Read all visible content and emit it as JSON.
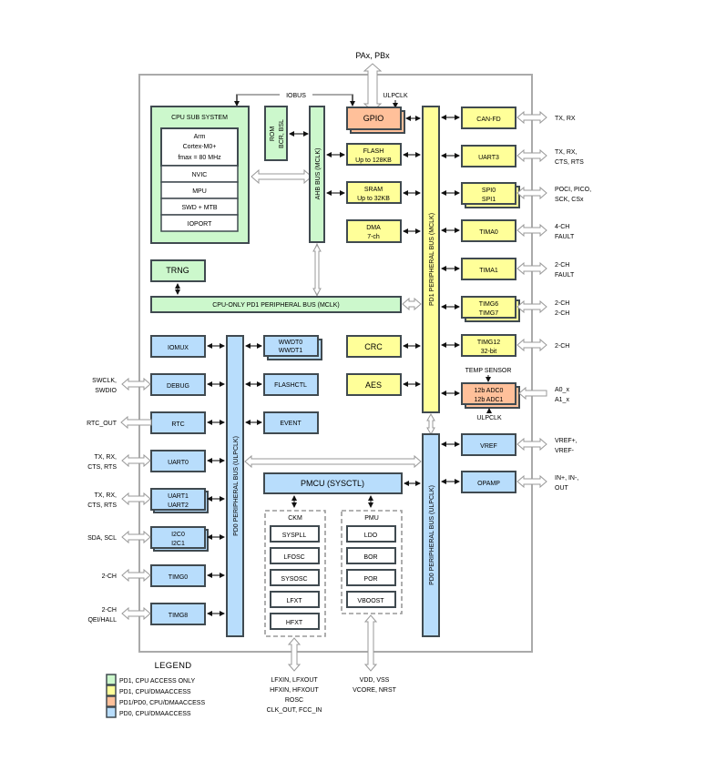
{
  "colors": {
    "green": "#ccf8cc",
    "yellow": "#ffff99",
    "orange": "#ffc09a",
    "blue": "#b8ddfc",
    "white": "#ffffff",
    "border": "#404a50",
    "outer_frame": "#aaaaaa"
  },
  "top": {
    "gpio_pins": "PAx, PBx",
    "iobus": "IOBUS",
    "ulpclk_gpio": "ULPCLK"
  },
  "cpu": {
    "title": "CPU SUB SYSTEM",
    "core_line1": "Arm",
    "core_line2": "Cortex-M0+",
    "core_line3": "fmax = 80 MHz",
    "rows": [
      "NVIC",
      "MPU",
      "SWD + MTB",
      "IOPORT"
    ]
  },
  "rom": {
    "label": "ROM",
    "sub": "BCR, BSL"
  },
  "ahb_bus": "AHB BUS (MCLK)",
  "pd1_bus": "PD1 PERIPHERAL BUS (MCLK)",
  "pd0_bus_left": "PD0 PERIPHERAL BUS (ULPCLK)",
  "pd0_bus_right": "PD0 PERIPHERAL BUS (ULPCLK)",
  "cpu_only_bus": "CPU-ONLY PD1 PERIPHERAL BUS (MCLK)",
  "trng": "TRNG",
  "center_blocks": {
    "gpio": "GPIO",
    "flash": "FLASH",
    "flash_sub": "Up to 128KB",
    "sram": "SRAM",
    "sram_sub": "Up to 32KB",
    "dma": "DMA",
    "dma_sub": "7-ch",
    "crc": "CRC",
    "aes": "AES"
  },
  "right_peripherals": [
    {
      "name": "CAN-FD",
      "pins": [
        "TX, RX"
      ]
    },
    {
      "name": "UART3",
      "pins": [
        "TX, RX,",
        "CTS, RTS"
      ]
    },
    {
      "name": "SPI0",
      "name2": "SPI1",
      "pins": [
        "POCI, PICO,",
        "SCK, CSx"
      ]
    },
    {
      "name": "TIMA0",
      "pins": [
        "4-CH",
        "FAULT"
      ]
    },
    {
      "name": "TIMA1",
      "pins": [
        "2-CH",
        "FAULT"
      ]
    },
    {
      "name": "TIMG6",
      "name2": "TIMG7",
      "pins": [
        "2-CH",
        "2-CH"
      ]
    },
    {
      "name": "TIMG12",
      "sub": "32-bit",
      "pins": [
        "2-CH"
      ]
    },
    {
      "name": "12b ADC0",
      "name2": "12b ADC1",
      "pins": [
        "A0_x",
        "A1_x"
      ],
      "top_label": "TEMP SENSOR",
      "bottom_label": "ULPCLK"
    },
    {
      "name": "VREF",
      "pins": [
        "VREF+,",
        "VREF-"
      ]
    },
    {
      "name": "OPAMP",
      "pins": [
        "IN+, IN-,",
        "OUT"
      ]
    }
  ],
  "left_peripherals": [
    {
      "name": "IOMUX",
      "pins": []
    },
    {
      "name": "DEBUG",
      "pins": [
        "SWCLK,",
        "SWDIO"
      ]
    },
    {
      "name": "RTC",
      "pins": [
        "RTC_OUT"
      ]
    },
    {
      "name": "UART0",
      "pins": [
        "TX, RX,",
        "CTS, RTS"
      ]
    },
    {
      "name": "UART1",
      "name2": "UART2",
      "pins": [
        "TX, RX,",
        "CTS, RTS"
      ]
    },
    {
      "name": "I2C0",
      "name2": "I2C1",
      "pins": [
        "SDA, SCL"
      ]
    },
    {
      "name": "TIMG0",
      "pins": [
        "2-CH"
      ]
    },
    {
      "name": "TIMG8",
      "pins": [
        "2-CH",
        "QEI/HALL"
      ]
    }
  ],
  "mid_peripherals": {
    "wwdt": "WWDT0",
    "wwdt2": "WWDT1",
    "flashctl": "FLASHCTL",
    "event": "EVENT"
  },
  "pmcu": "PMCU (SYSCTL)",
  "ckm": {
    "title": "CKM",
    "items": [
      "SYSPLL",
      "LFOSC",
      "SYSOSC",
      "LFXT",
      "HFXT"
    ]
  },
  "pmu": {
    "title": "PMU",
    "items": [
      "LDO",
      "BOR",
      "POR",
      "VBOOST"
    ]
  },
  "bottom_pins": {
    "ckm": [
      "LFXIN, LFXOUT",
      "HFXIN, HFXOUT",
      "ROSC",
      "CLK_OUT, FCC_IN"
    ],
    "pmu": [
      "VDD, VSS",
      "VCORE, NRST"
    ]
  },
  "legend": {
    "title": "LEGEND",
    "items": [
      {
        "label": "PD1, CPU ACCESS ONLY",
        "color": "#ccf8cc"
      },
      {
        "label": "PD1, CPU/DMAACCESS",
        "color": "#ffff99"
      },
      {
        "label": "PD1/PD0, CPU/DMAACCESS",
        "color": "#ffc09a"
      },
      {
        "label": "PD0, CPU/DMAACCESS",
        "color": "#b8ddfc"
      }
    ]
  }
}
